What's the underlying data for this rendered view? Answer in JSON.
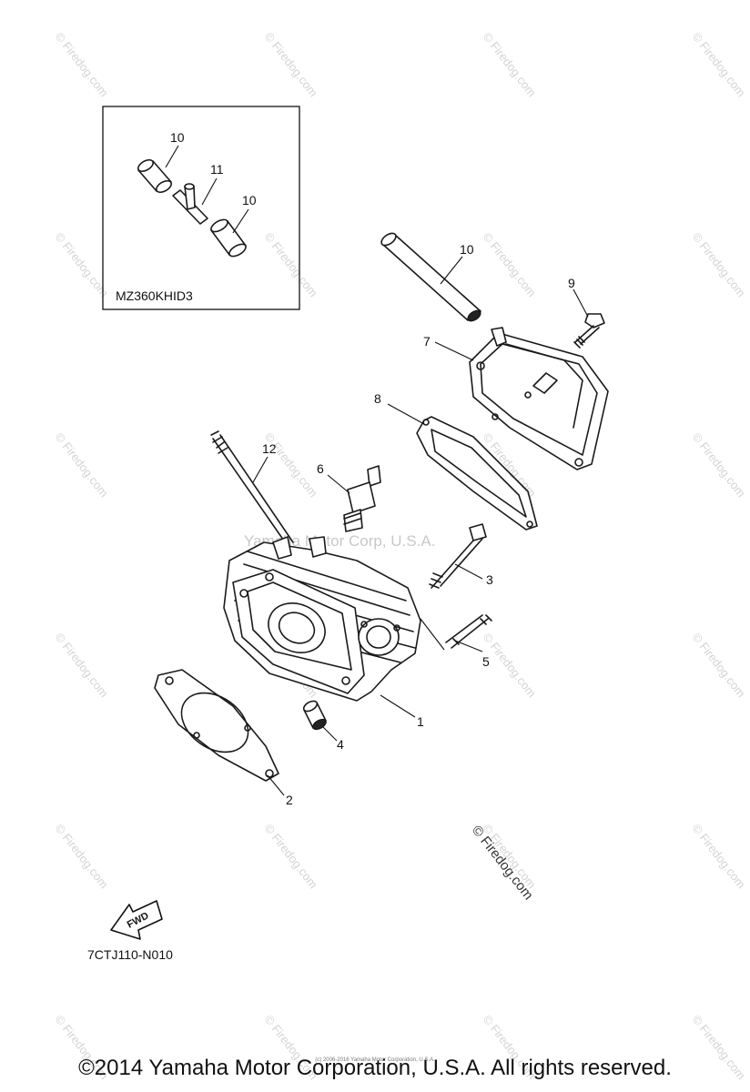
{
  "inset": {
    "model_code": "MZ360KHID3",
    "callouts": [
      "10",
      "11",
      "10"
    ]
  },
  "callouts": {
    "c1": "1",
    "c2": "2",
    "c3": "3",
    "c4": "4",
    "c5": "5",
    "c6": "6",
    "c7": "7",
    "c8": "8",
    "c9": "9",
    "c10": "10",
    "c12": "12"
  },
  "diagram_code": "7CTJ110-N010",
  "fwd_label": "FWD",
  "center_watermark": "Yamaha Motor Corp, U.S.A.",
  "firedog_stamp": "© Firedog.com",
  "tile_watermark": "© Firedog.com",
  "footer": {
    "copyright": "©2014 Yamaha Motor Corporation, U.S.A. All rights reserved.",
    "fine_print": "(c) 2006-2016 Yamaha Motor Corporation, U.S.A."
  },
  "colors": {
    "line": "#1a1a1a",
    "watermark": "#d4d4d4"
  }
}
